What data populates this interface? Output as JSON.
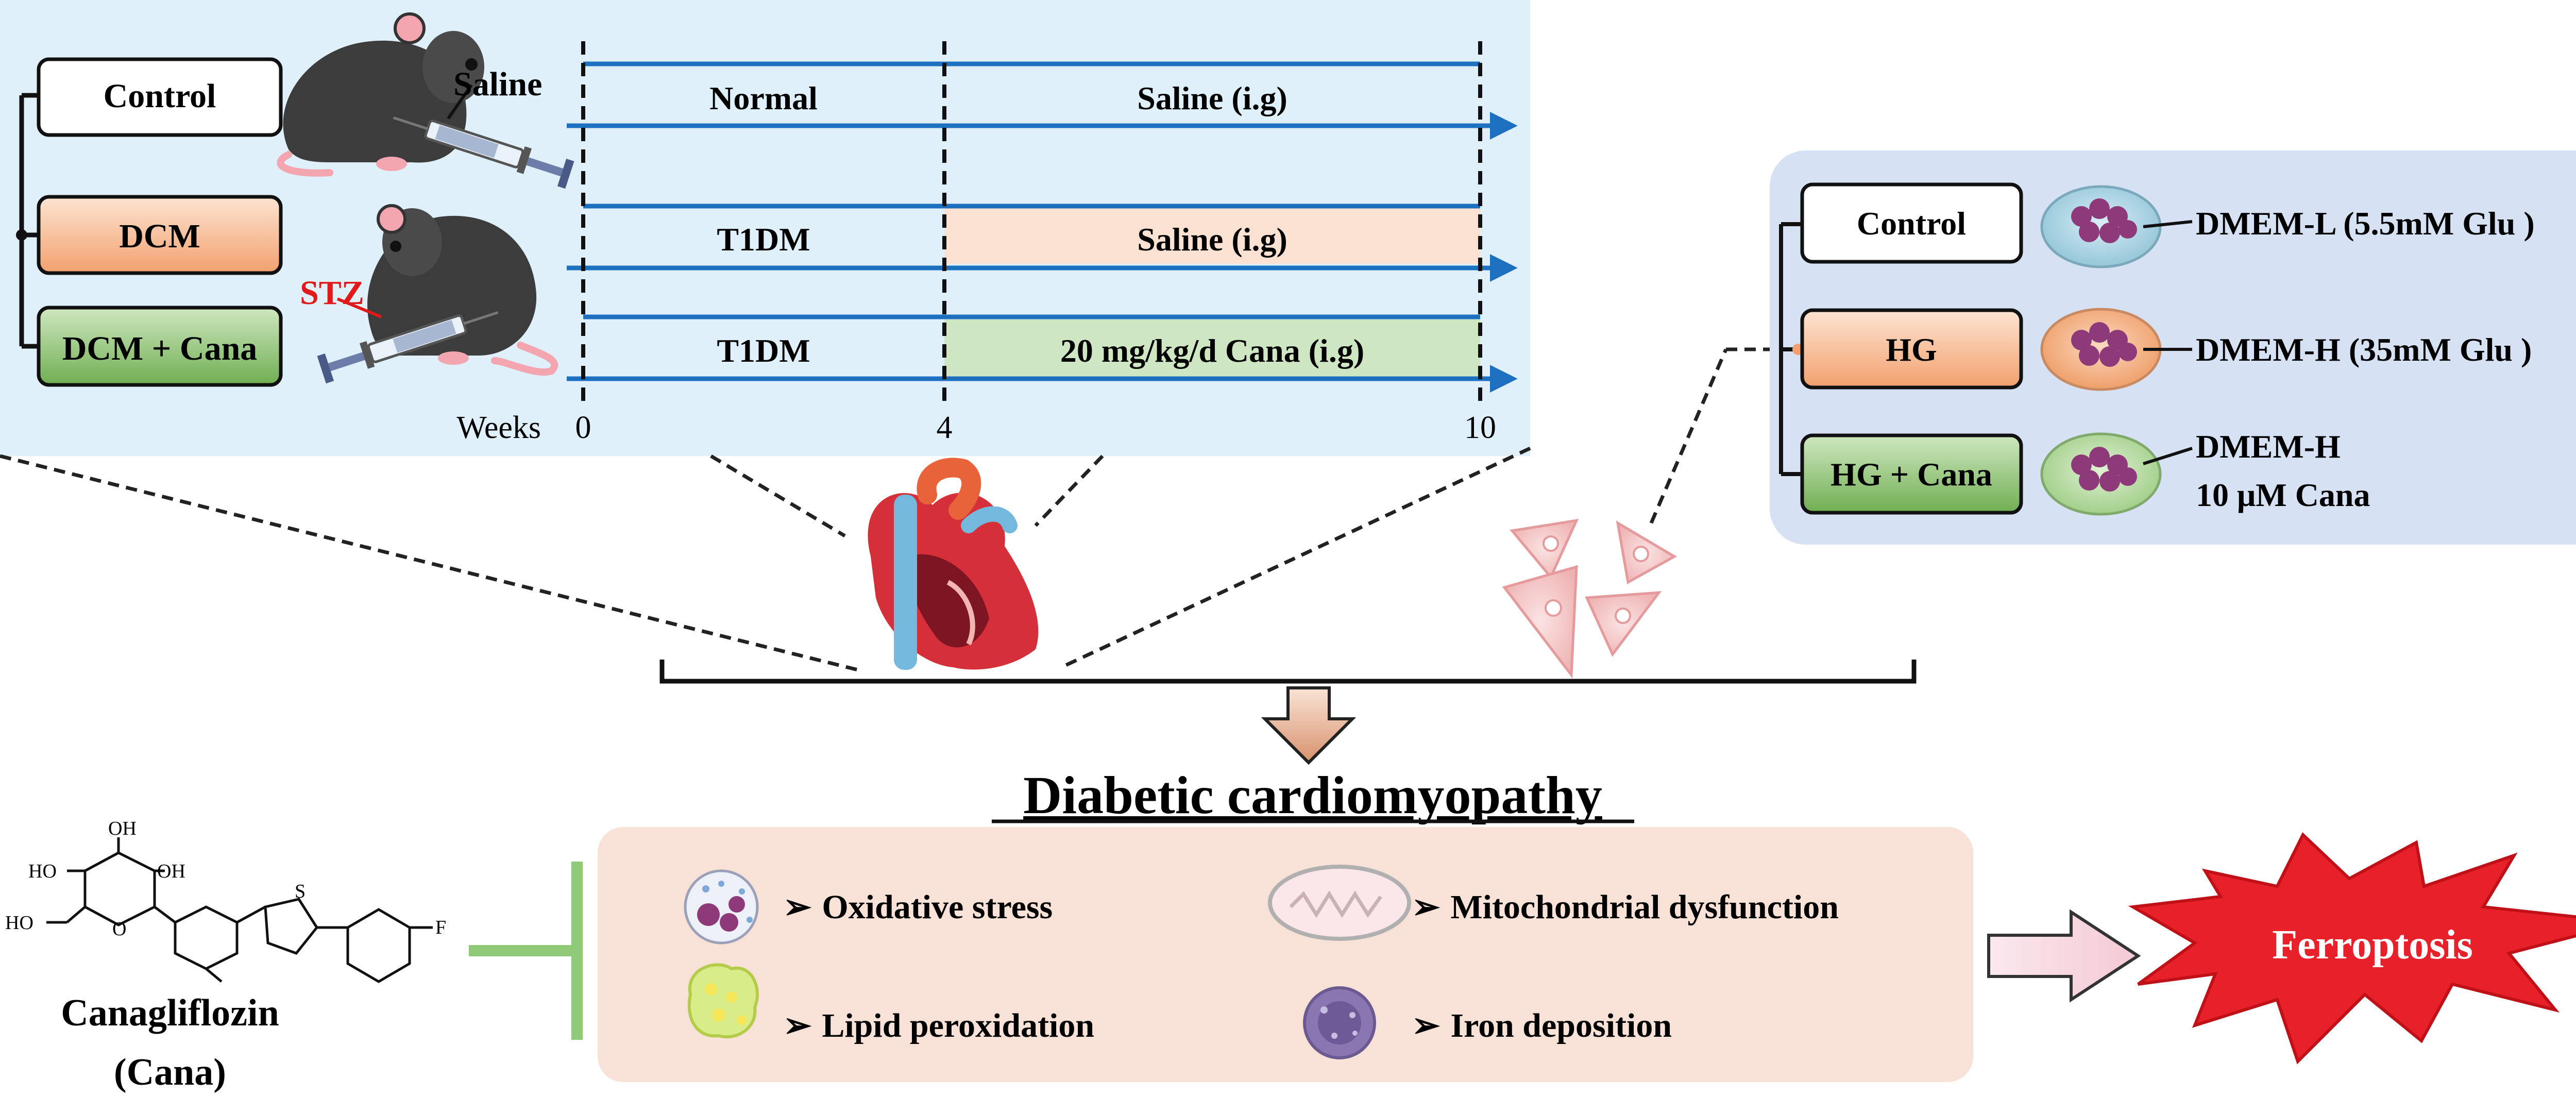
{
  "invivo": {
    "groups": [
      "Control",
      "DCM",
      "DCM + Cana"
    ],
    "saline_label": "Saline",
    "stz_label": "STZ",
    "timeline": {
      "row1": [
        "Normal",
        "Saline (i.g)"
      ],
      "row2": [
        "T1DM",
        "Saline (i.g)"
      ],
      "row3": [
        "T1DM",
        "20 mg/kg/d Cana (i.g)"
      ],
      "weeks_label": "Weeks",
      "ticks": [
        "0",
        "4",
        "10"
      ]
    }
  },
  "invitro": {
    "groups": [
      "Control",
      "HG",
      "HG + Cana"
    ],
    "media": [
      "DMEM-L (5.5mM Glu )",
      "DMEM-H (35mM Glu )"
    ],
    "media3_line1": "DMEM-H",
    "media3_line2": "10 μM Cana"
  },
  "main_title": "Diabetic cardiomyopathy",
  "drug": {
    "name": "Canagliflozin",
    "abbr": "(Cana)",
    "atoms": {
      "oh_top": "OH",
      "ho_left": "HO",
      "oh_right": "OH",
      "ho_bottom": "HO",
      "o": "O",
      "s": "S",
      "f": "F"
    }
  },
  "features": [
    "Oxidative stress",
    "Mitochondrial dysfunction",
    "Lipid peroxidation",
    "Iron deposition"
  ],
  "feature_bullet": "➢",
  "outcome": "Ferroptosis",
  "colors": {
    "invivo_bg": "#dff0fa",
    "invitro_bg": "#d6e2f4",
    "dcm_fill": "#f6b994",
    "cana_fill": "#93c47d",
    "timeline_blue": "#1d6fc0",
    "features_bg": "#f8e1d6",
    "burst_red": "#e8202a",
    "stz_red": "#e01a1a"
  }
}
